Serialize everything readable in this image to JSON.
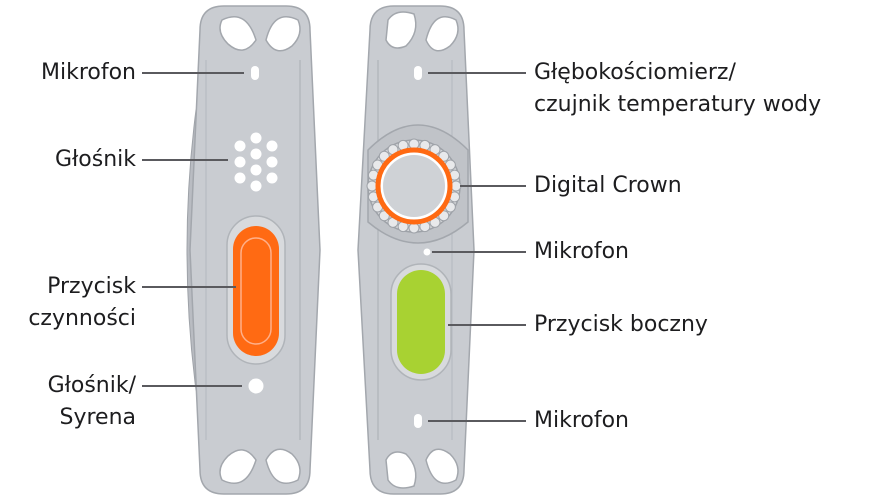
{
  "colors": {
    "case": "#c9ccd1",
    "case_edge": "#a3a7ad",
    "case_shadow": "#b4b8be",
    "hole": "#ffffff",
    "leader": "#5a5a5e",
    "action_button": "#ff6a13",
    "side_button": "#a8d232",
    "crown_ring": "#ff6a13"
  },
  "left_view": {
    "labels": [
      {
        "id": "mic-top",
        "lines": [
          "Mikrofon"
        ]
      },
      {
        "id": "speaker",
        "lines": [
          "Głośnik"
        ]
      },
      {
        "id": "action",
        "lines": [
          "Przycisk",
          "czynności"
        ]
      },
      {
        "id": "siren",
        "lines": [
          "Głośnik/",
          "Syrena"
        ]
      }
    ]
  },
  "right_view": {
    "labels": [
      {
        "id": "depth",
        "lines": [
          "Głębokościomierz/",
          "czujnik temperatury wody"
        ]
      },
      {
        "id": "crown",
        "lines": [
          "Digital Crown"
        ]
      },
      {
        "id": "mic-mid",
        "lines": [
          "Mikrofon"
        ]
      },
      {
        "id": "side",
        "lines": [
          "Przycisk boczny"
        ]
      },
      {
        "id": "mic-bottom",
        "lines": [
          "Mikrofon"
        ]
      }
    ]
  }
}
